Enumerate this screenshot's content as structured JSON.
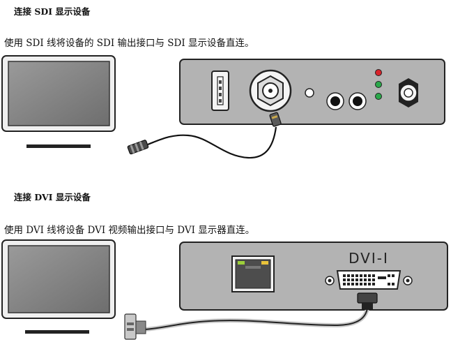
{
  "sdi_section": {
    "heading": "连接 SDI 显示设备",
    "instruction": "使用 SDI 线将设备的 SDI 输出接口与 SDI 显示设备直连。",
    "led_colors": [
      "#d8232a",
      "#2aa84a",
      "#2aa84a"
    ]
  },
  "dvi_section": {
    "heading": "连接 DVI 显示设备",
    "instruction": "使用 DVI 线将设备 DVI 视频输出接口与 DVI 显示器直连。",
    "port_label": "DVI-I",
    "rj45_led_colors": [
      "#9ccf3a",
      "#e9c33a"
    ]
  }
}
